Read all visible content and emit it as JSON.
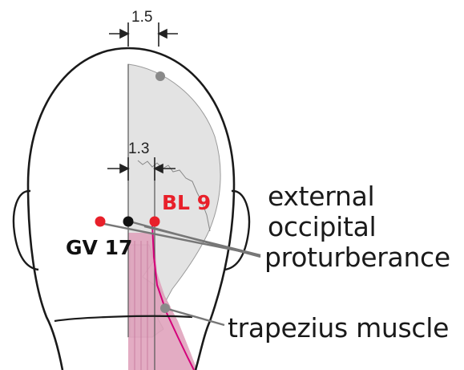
{
  "measurements": {
    "top_width": "1.5",
    "lower_width": "1.3"
  },
  "points": {
    "bl9": "BL 9",
    "gv17": "GV 17"
  },
  "annotations": {
    "line1": "external",
    "line2": "occipital",
    "line3": "proturberance",
    "muscle": "trapezius muscle"
  },
  "colors": {
    "point_red": "#e8202a",
    "meridian_magenta": "#d4007a",
    "skull_gray": "#e3e3e3",
    "muscle_pink": "#e0a3bd"
  }
}
